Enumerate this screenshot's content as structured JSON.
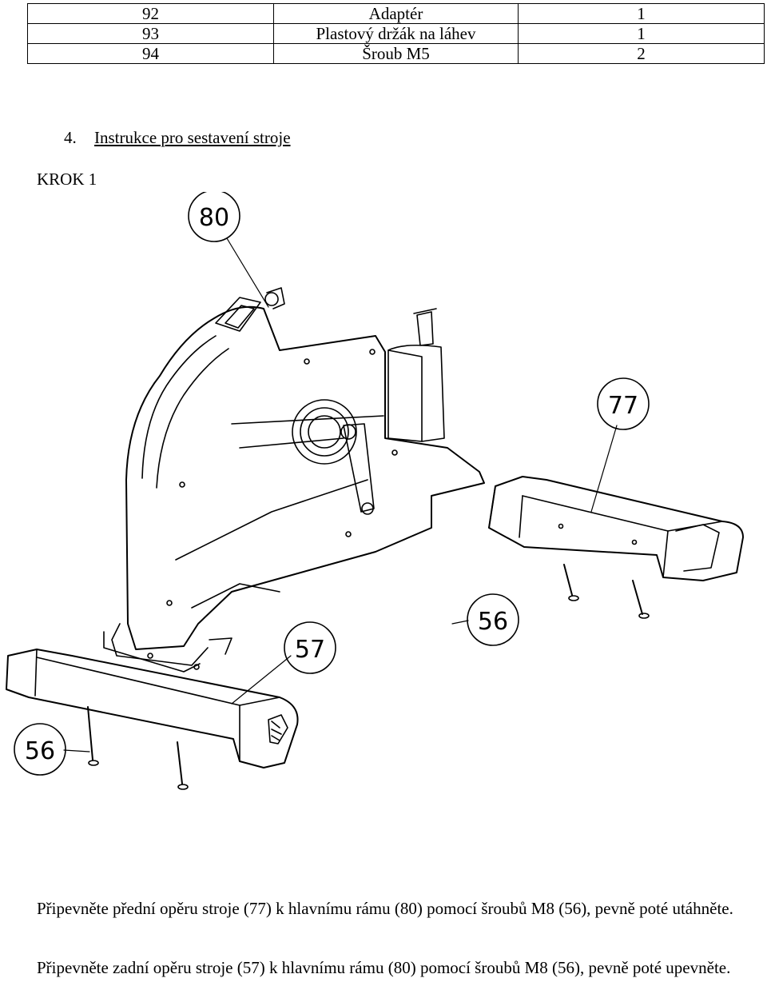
{
  "parts_table": {
    "rows": [
      {
        "no": "92",
        "name": "Adaptér",
        "qty": "1"
      },
      {
        "no": "93",
        "name": "Plastový držák na láhev",
        "qty": "1"
      },
      {
        "no": "94",
        "name": "Šroub M5",
        "qty": "2"
      }
    ]
  },
  "section": {
    "number": "4.",
    "title": "Instrukce pro sestavení stroje"
  },
  "step": {
    "label": "KROK 1"
  },
  "diagram": {
    "callouts": {
      "frame": "80",
      "front_stabilizer": "77",
      "bolts_front": "56",
      "rear_stabilizer": "57",
      "bolts_rear": "56"
    }
  },
  "instructions": [
    "Připevněte přední opěru stroje (77) k hlavnímu rámu (80) pomocí šroubů M8 (56), pevně poté utáhněte.",
    "Připevněte zadní opěru stroje (57) k hlavnímu rámu (80) pomocí šroubů M8 (56), pevně poté upevněte."
  ]
}
